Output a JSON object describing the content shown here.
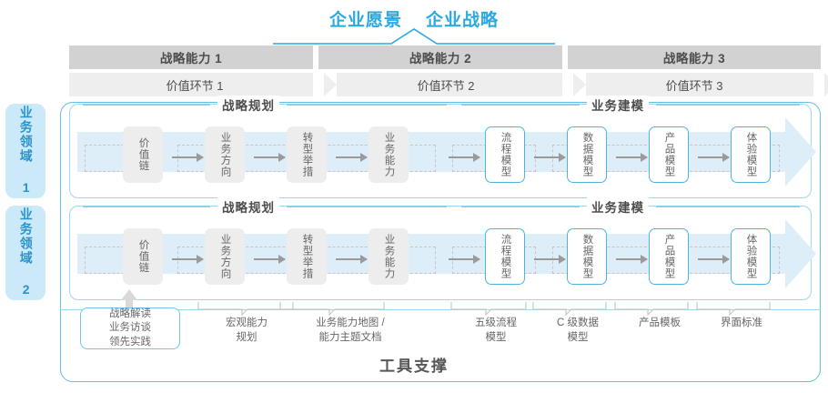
{
  "top": {
    "vision": "企业愿景",
    "strategy": "企业战略"
  },
  "capabilities": [
    {
      "label": "战略能力 1"
    },
    {
      "label": "战略能力 2"
    },
    {
      "label": "战略能力 3"
    }
  ],
  "value_links": [
    {
      "label": "价值环节 1"
    },
    {
      "label": "价值环节 2"
    },
    {
      "label": "价值环节 3"
    }
  ],
  "domains": [
    {
      "label": "业务领域 1"
    },
    {
      "label": "业务领域 2"
    }
  ],
  "sections": {
    "planning": "战略规划",
    "modeling": "业务建模"
  },
  "nodes": {
    "planning": [
      {
        "label": "价值链",
        "style": "gray"
      },
      {
        "label": "业务方向",
        "style": "gray"
      },
      {
        "label": "转型举措",
        "style": "gray"
      },
      {
        "label": "业务能力",
        "style": "gray"
      }
    ],
    "modeling": [
      {
        "label": "流程模型",
        "style": "blue"
      },
      {
        "label": "数据模型",
        "style": "blue"
      },
      {
        "label": "产品模型",
        "style": "blue"
      },
      {
        "label": "体验模型",
        "style": "blue"
      }
    ]
  },
  "tools": {
    "title": "工具支撑",
    "items": [
      {
        "label": "战略解读\n业务访谈\n领先实践",
        "boxed": true
      },
      {
        "label": "宏观能力\n规划",
        "boxed": false
      },
      {
        "label": "业务能力地图 /\n能力主题文档",
        "boxed": false
      },
      {
        "label": "五级流程\n模型",
        "boxed": false
      },
      {
        "label": "C 级数据\n模型",
        "boxed": false
      },
      {
        "label": "产品模板",
        "boxed": false
      },
      {
        "label": "界面标准",
        "boxed": false
      }
    ]
  },
  "colors": {
    "accent_blue": "#2aa9e0",
    "light_blue": "#ddeef8",
    "tab_blue": "#cbe9f8",
    "bar_gray": "#d2d2d2",
    "band_gray": "#eeeeee",
    "node_gray": "#ededed",
    "node_blue_border": "#4fb3df",
    "text_gray": "#666666"
  }
}
